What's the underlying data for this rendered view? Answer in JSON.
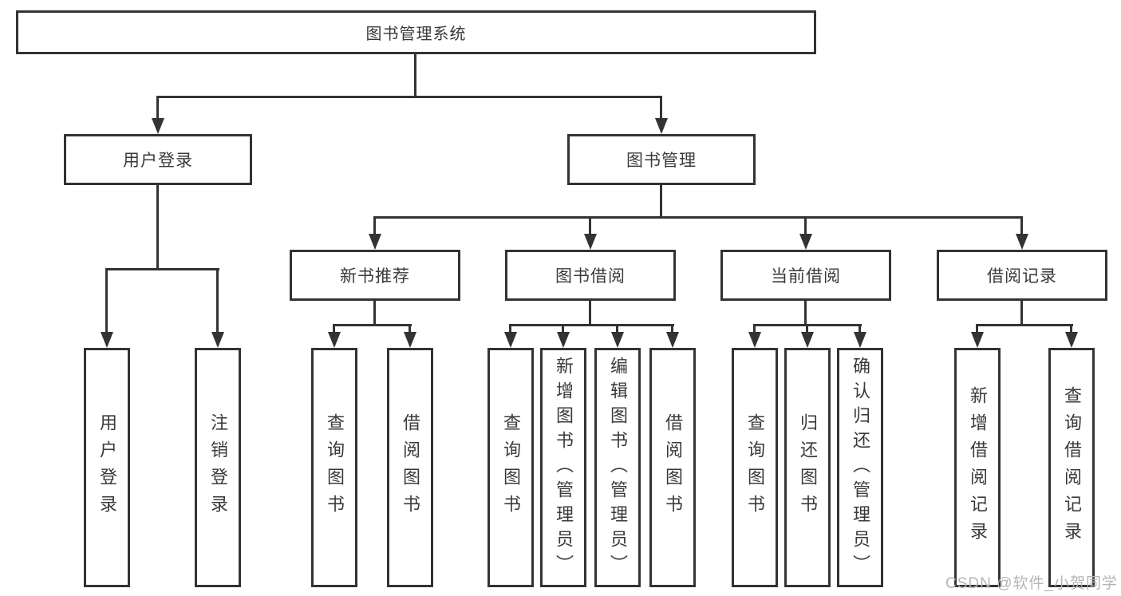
{
  "nodes": {
    "root": "图书管理系统",
    "level2": [
      "用户登录",
      "图书管理"
    ],
    "level3": [
      "新书推荐",
      "图书借阅",
      "当前借阅",
      "借阅记录"
    ],
    "leaves": {
      "user_login": [
        "用户登录",
        "注销登录"
      ],
      "new_book_recommend": [
        "查询图书",
        "借阅图书"
      ],
      "book_borrow": [
        "查询图书",
        "新增图书（管理员）",
        "编辑图书（管理员）",
        "借阅图书"
      ],
      "current_borrow": [
        "查询图书",
        "归还图书",
        "确认归还（管理员）"
      ],
      "borrow_record": [
        "新增借阅记录",
        "查询借阅记录"
      ]
    }
  },
  "watermark": "CSDN @软件_小贺同学",
  "colors": {
    "line": "#333333",
    "text": "#3a3a3a",
    "watermark": "#b5b5b5",
    "background": "#ffffff"
  }
}
